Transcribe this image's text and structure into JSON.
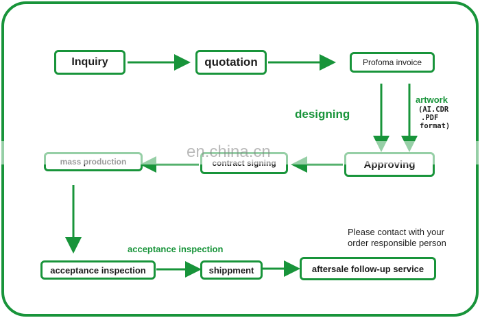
{
  "colors": {
    "border": "#18943a",
    "arrow": "#18943a",
    "text": "#1d1d1d"
  },
  "nodes": {
    "inquiry": "Inquiry",
    "quotation": "quotation",
    "proforma": "Profoma invoice",
    "approving": "Approving",
    "contract": "contract signing",
    "mass": "mass production",
    "acceptance": "acceptance inspection",
    "shippment": "shippment",
    "aftersale": "aftersale follow-up service"
  },
  "labels": {
    "designing": "designing",
    "artwork_title": "artwork",
    "artwork_line1": "(AI.CDR",
    "artwork_line2": ".PDF",
    "artwork_line3": "format)",
    "acceptance_above": "acceptance inspection",
    "contact_line1": "Please contact with your",
    "contact_line2": "order responsible person"
  },
  "watermark": "en.china.cn"
}
